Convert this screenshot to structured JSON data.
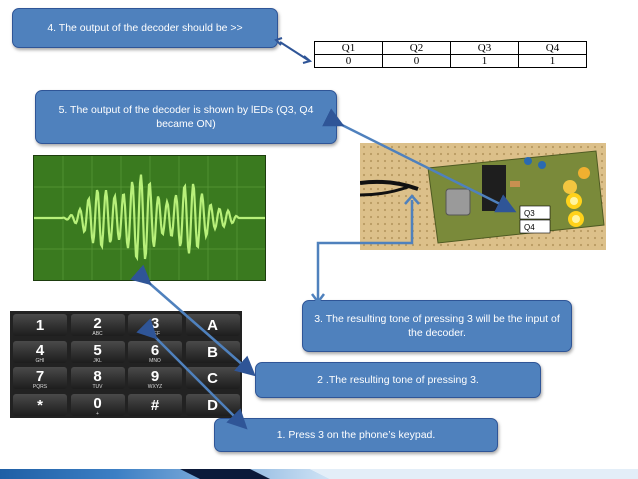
{
  "callouts": {
    "step4": "4. The output of the decoder should be >>",
    "step5": "5. The output of the decoder is shown by lEDs (Q3, Q4 became ON)",
    "step3": "3. The resulting tone of pressing 3 will be the input of the decoder.",
    "step2": "2 .The resulting tone of pressing 3.",
    "step1": "1. Press 3 on the phone’s keypad."
  },
  "output_table": {
    "headers": [
      "Q1",
      "Q2",
      "Q3",
      "Q4"
    ],
    "values": [
      "0",
      "0",
      "1",
      "1"
    ]
  },
  "board_labels": {
    "q3": "Q3",
    "q4": "Q4"
  },
  "keypad": {
    "keys": [
      {
        "digit": "1",
        "letters": ""
      },
      {
        "digit": "2",
        "letters": "ABC"
      },
      {
        "digit": "3",
        "letters": "DEF"
      },
      {
        "digit": "A",
        "letters": ""
      },
      {
        "digit": "4",
        "letters": "GHI"
      },
      {
        "digit": "5",
        "letters": "JKL"
      },
      {
        "digit": "6",
        "letters": "MNO"
      },
      {
        "digit": "B",
        "letters": ""
      },
      {
        "digit": "7",
        "letters": "PQRS"
      },
      {
        "digit": "8",
        "letters": "TUV"
      },
      {
        "digit": "9",
        "letters": "WXYZ"
      },
      {
        "digit": "C",
        "letters": ""
      },
      {
        "digit": "*",
        "letters": ""
      },
      {
        "digit": "0",
        "letters": "+"
      },
      {
        "digit": "#",
        "letters": ""
      },
      {
        "digit": "D",
        "letters": ""
      }
    ]
  },
  "colors": {
    "callout_fill": "#4f81bd",
    "callout_border": "#2f5597",
    "wave": "#b8f07a",
    "scope_bg": "#3a7a1f",
    "led": "#f5b800"
  }
}
